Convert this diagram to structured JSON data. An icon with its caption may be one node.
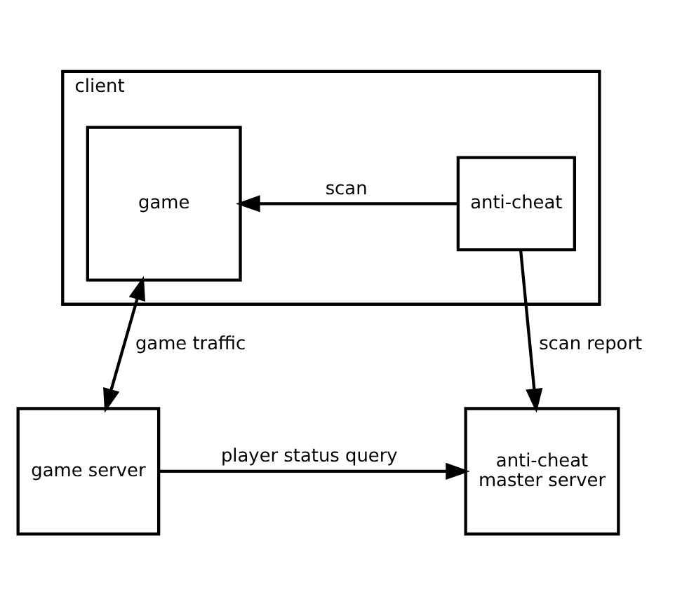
{
  "diagram": {
    "nodes": [
      {
        "text": [
          "client"
        ]
      },
      {
        "text": [
          "game"
        ],
        "in": 0
      },
      {
        "text": [
          "anti-cheat"
        ],
        "in": 0
      },
      {
        "text": [
          "game server"
        ]
      },
      {
        "text": [
          "anti-cheat master server"
        ]
      }
    ],
    "edges": [
      {
        "from": 2,
        "to": 1,
        "arrow": "to",
        "label": "scan"
      },
      {
        "from": 1,
        "to": 3,
        "arrow": "both",
        "label": "game traffic"
      },
      {
        "from": 2,
        "to": 4,
        "arrow": "to",
        "label": "scan report"
      },
      {
        "from": 3,
        "to": 4,
        "arrow": "to",
        "label": "player status query"
      }
    ]
  }
}
